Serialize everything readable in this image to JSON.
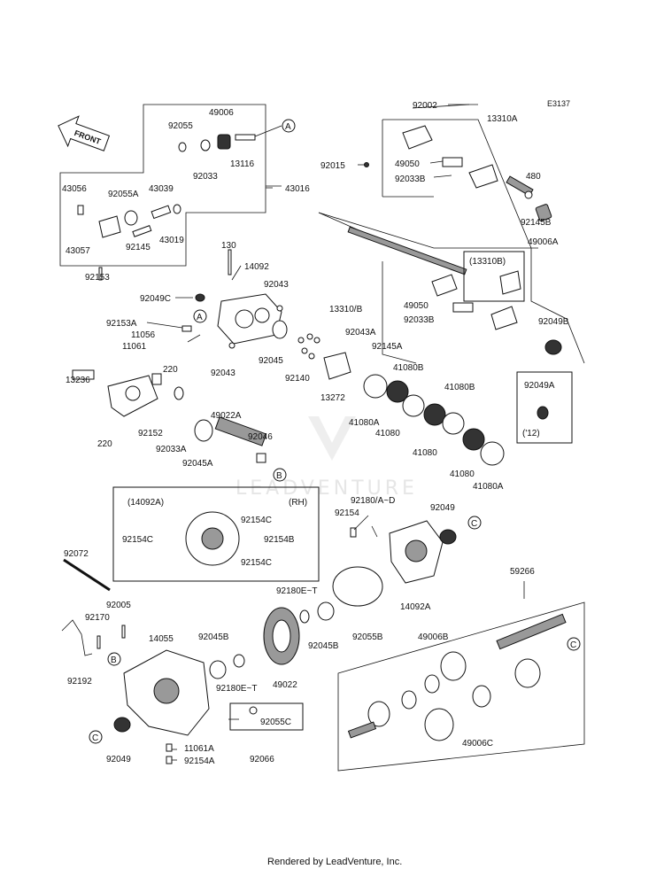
{
  "diagram_code": "E3137",
  "front_label": "FRONT",
  "watermark": "LEADVENTURE",
  "footer": "Rendered by LeadVenture, Inc.",
  "callouts": {
    "a": "A",
    "b": "B",
    "c": "C"
  },
  "labels": {
    "p92002": "92002",
    "p13310A": "13310A",
    "p92055": "92055",
    "p49006": "49006",
    "p92015": "92015",
    "p49050_top": "49050",
    "p92033B_top": "92033B",
    "p480": "480",
    "p92033": "92033",
    "p13116": "13116",
    "p43056": "43056",
    "p92055A": "92055A",
    "p43039": "43039",
    "p43016": "43016",
    "p92145B": "92145B",
    "p43057": "43057",
    "p92145": "92145",
    "p43019": "43019",
    "p49006A": "49006A",
    "p130": "130",
    "p14092": "14092",
    "p13310B": "(13310B)",
    "p92153": "92153",
    "p92049C": "92049C",
    "p92043_top": "92043",
    "p13310_B": "13310/B",
    "p49050_mid": "49050",
    "p92033B_mid": "92033B",
    "p92153A": "92153A",
    "p11056": "11056",
    "p92049B": "92049B",
    "p92043A": "92043A",
    "p11061": "11061",
    "p92145A": "92145A",
    "p92045": "92045",
    "p92043_low": "92043",
    "p41080B_1": "41080B",
    "p41080B_2": "41080B",
    "p220_top": "220",
    "p92140": "92140",
    "p13236": "13236",
    "p13272": "13272",
    "p41080A_1": "41080A",
    "p92049A": "92049A",
    "p41080_1": "41080",
    "p49022A": "49022A",
    "p92152": "92152",
    "p92046": "92046",
    "p12": "('12)",
    "p220_low": "220",
    "p41080_2": "41080",
    "p92033A": "92033A",
    "p92045A": "92045A",
    "p41080_3": "41080",
    "p41080A_2": "41080A",
    "p14092A_paren": "(14092A)",
    "rh": "(RH)",
    "p92154C_1": "92154C",
    "p92180_AD": "92180/A~D",
    "p92154": "92154",
    "p92049_mid": "92049",
    "p92154C_2": "92154C",
    "p92154B": "92154B",
    "p92154C_3": "92154C",
    "p92072": "92072",
    "p59266": "59266",
    "p92180ET_top": "92180E~T",
    "p14092A": "14092A",
    "p92005": "92005",
    "p92170": "92170",
    "p14055": "14055",
    "p92045B_1": "92045B",
    "p92055B": "92055B",
    "p49006B": "49006B",
    "p92045B_2": "92045B",
    "p92192": "92192",
    "p92180ET_low": "92180E~T",
    "p49022": "49022",
    "p92055C": "92055C",
    "p11061A": "11061A",
    "p49006C": "49006C",
    "p92049_low": "92049",
    "p92154A": "92154A",
    "p92066": "92066"
  }
}
